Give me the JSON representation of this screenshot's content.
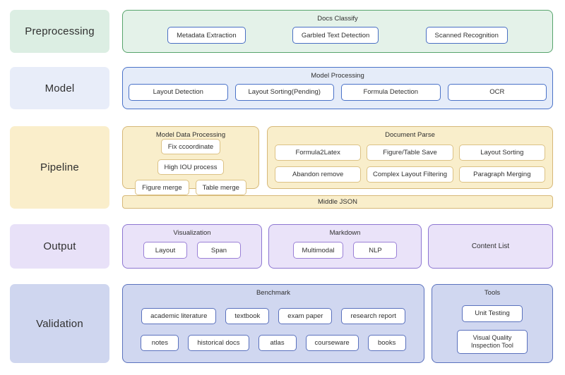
{
  "rows": [
    {
      "label": "Preprocessing",
      "groups": [
        {
          "title": "Docs Classify",
          "items": [
            "Metadata Extraction",
            "Garbled Text Detection",
            "Scanned Recognition"
          ]
        }
      ]
    },
    {
      "label": "Model",
      "groups": [
        {
          "title": "Model Processing",
          "items": [
            "Layout Detection",
            "Layout Sorting(Pending)",
            "Formula Detection",
            "OCR"
          ]
        }
      ]
    },
    {
      "label": "Pipeline",
      "groups": [
        {
          "title": "Model Data Processing",
          "items": [
            "Fix ccoordinate",
            "High IOU process",
            "Figure merge",
            "Table merge"
          ]
        },
        {
          "title": "Document Parse",
          "items": [
            "Formula2Latex",
            "Figure/Table Save",
            "Layout Sorting",
            "Abandon remove",
            "Complex Layout Filtering",
            "Paragraph Merging"
          ]
        }
      ],
      "bar": "Middle JSON"
    },
    {
      "label": "Output",
      "groups": [
        {
          "title": "Visualization",
          "items": [
            "Layout",
            "Span"
          ]
        },
        {
          "title": "Markdown",
          "items": [
            "Multimodal",
            "NLP"
          ]
        },
        {
          "title": "Content List",
          "items": []
        }
      ]
    },
    {
      "label": "Validation",
      "groups": [
        {
          "title": "Benchmark",
          "items": [
            "academic literature",
            "textbook",
            "exam paper",
            "research report",
            "notes",
            "historical docs",
            "atlas",
            "courseware",
            "books"
          ]
        },
        {
          "title": "Tools",
          "items": [
            "Unit Testing",
            "Visual Quality Inspection Tool"
          ]
        }
      ]
    }
  ],
  "palette": {
    "preprocessing": {
      "label_bg": "#dceee3",
      "group_bg": "#e4f2e9",
      "group_border": "#57a46c",
      "chip_border": "#4a6fc4"
    },
    "model": {
      "label_bg": "#e8edf9",
      "group_bg": "#e5ecf9",
      "group_border": "#4a72c8",
      "chip_border": "#4a72c8"
    },
    "pipeline": {
      "label_bg": "#faeecb",
      "group_bg": "#f9eecb",
      "group_border": "#d6b878",
      "chip_border": "#dcc285"
    },
    "output": {
      "label_bg": "#e8e1f8",
      "group_bg": "#eae3f9",
      "group_border": "#8d76d1",
      "chip_border": "#9a80d6"
    },
    "validation": {
      "label_bg": "#cfd6ef",
      "group_bg": "#d0d7f0",
      "group_border": "#5a71bd",
      "chip_border": "#5a71bd"
    },
    "chip_bg": "#ffffff",
    "text": "#303030"
  }
}
